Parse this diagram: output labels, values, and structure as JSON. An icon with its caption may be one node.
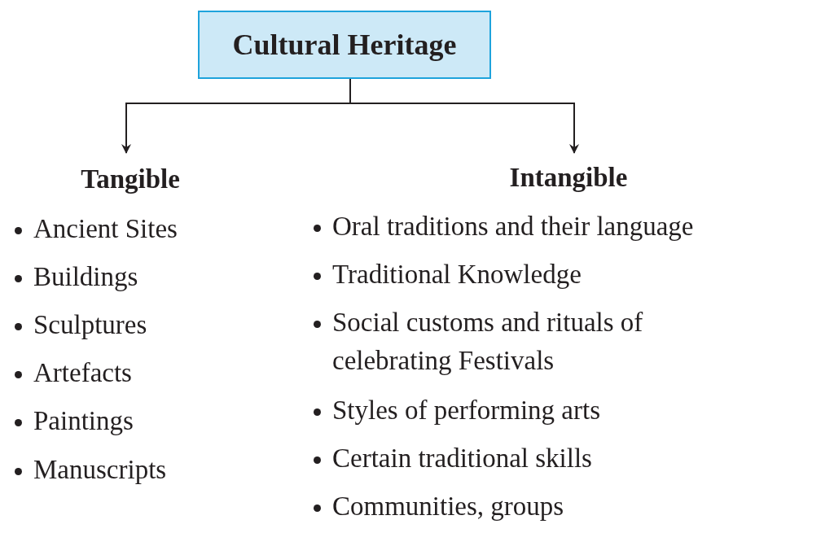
{
  "diagram": {
    "nodes": [
      {
        "text": [
          "Cultural Heritage"
        ]
      },
      {
        "text": [
          "Tangible",
          "Ancient Sites",
          "Buildings",
          "Sculptures",
          "Artefacts",
          "Paintings",
          "Manuscripts"
        ]
      },
      {
        "text": [
          "Intangible",
          "Oral traditions and their language",
          "Traditional Knowledge",
          "Social customs and rituals of celebrating Festivals",
          "Styles of performing arts",
          "Certain traditional skills",
          "Communities, groups"
        ]
      }
    ],
    "edges": [
      {
        "from": 0,
        "to": 1,
        "arrow": "to"
      },
      {
        "from": 0,
        "to": 2,
        "arrow": "to"
      }
    ]
  }
}
